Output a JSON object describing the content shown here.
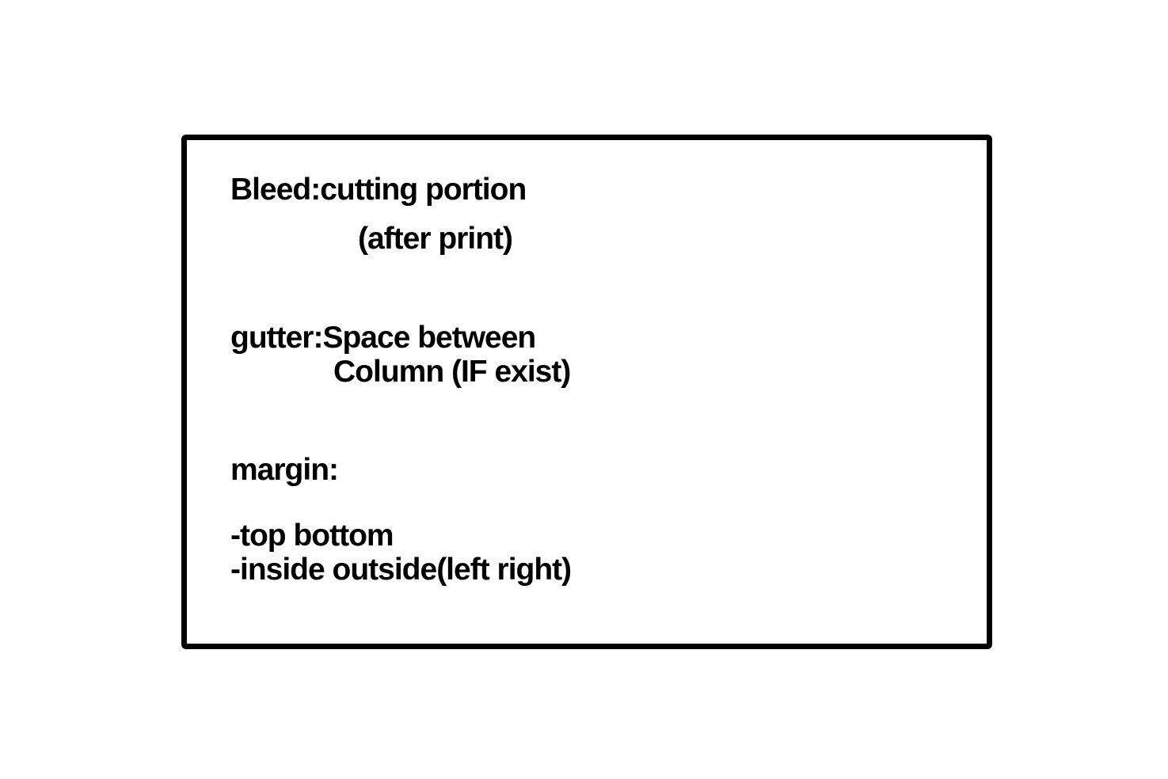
{
  "notes": {
    "bleed_line1": "Bleed:cutting portion",
    "bleed_line2": "(after print)",
    "gutter_line1": "gutter:Space between",
    "gutter_line2": "Column (IF exist)",
    "margin_heading": "margin:",
    "margin_item1": "-top bottom",
    "margin_item2": "-inside outside(left right)"
  }
}
